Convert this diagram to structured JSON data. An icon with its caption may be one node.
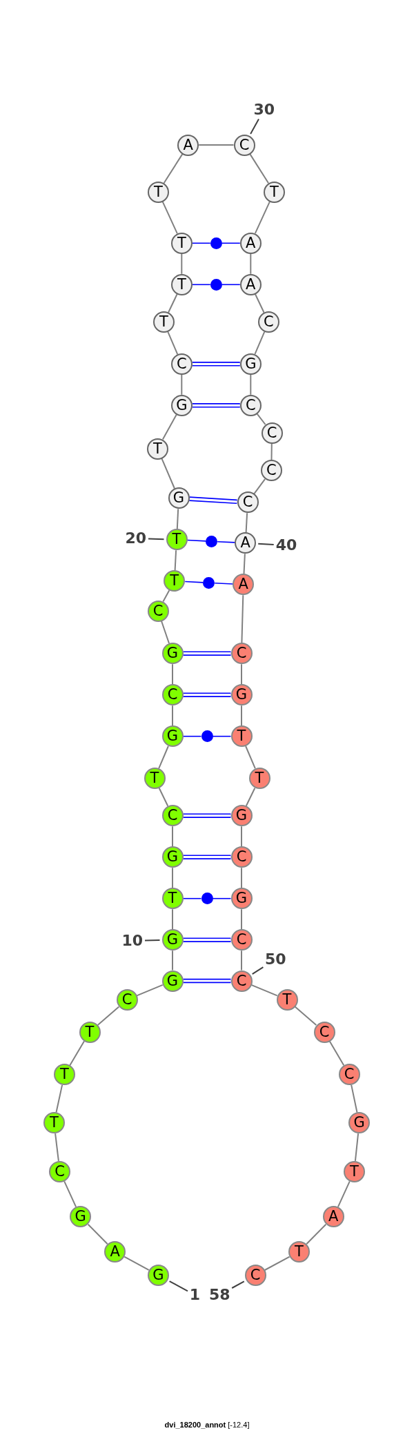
{
  "diagram": {
    "caption": "**dvi_18200_annot** [-12.4]",
    "nodes": [
      {
        "text": [
          "G"
        ]
      },
      {
        "text": [
          "A"
        ]
      },
      {
        "text": [
          "G"
        ]
      },
      {
        "text": [
          "C"
        ]
      },
      {
        "text": [
          "T"
        ]
      },
      {
        "text": [
          "T"
        ]
      },
      {
        "text": [
          "T"
        ]
      },
      {
        "text": [
          "C"
        ]
      },
      {
        "text": [
          "G"
        ]
      },
      {
        "text": [
          "G"
        ]
      },
      {
        "text": [
          "T"
        ]
      },
      {
        "text": [
          "G"
        ]
      },
      {
        "text": [
          "C"
        ]
      },
      {
        "text": [
          "T"
        ]
      },
      {
        "text": [
          "G"
        ]
      },
      {
        "text": [
          "C"
        ]
      },
      {
        "text": [
          "G"
        ]
      },
      {
        "text": [
          "C"
        ]
      },
      {
        "text": [
          "T"
        ]
      },
      {
        "text": [
          "T"
        ]
      },
      {
        "text": [
          "G"
        ]
      },
      {
        "text": [
          "T"
        ]
      },
      {
        "text": [
          "G"
        ]
      },
      {
        "text": [
          "C"
        ]
      },
      {
        "text": [
          "T"
        ]
      },
      {
        "text": [
          "T"
        ]
      },
      {
        "text": [
          "T"
        ]
      },
      {
        "text": [
          "T"
        ]
      },
      {
        "text": [
          "A"
        ]
      },
      {
        "text": [
          "C"
        ]
      },
      {
        "text": [
          "T"
        ]
      },
      {
        "text": [
          "A"
        ]
      },
      {
        "text": [
          "A"
        ]
      },
      {
        "text": [
          "C"
        ]
      },
      {
        "text": [
          "G"
        ]
      },
      {
        "text": [
          "C"
        ]
      },
      {
        "text": [
          "C"
        ]
      },
      {
        "text": [
          "C"
        ]
      },
      {
        "text": [
          "C"
        ]
      },
      {
        "text": [
          "A"
        ]
      },
      {
        "text": [
          "A"
        ]
      },
      {
        "text": [
          "C"
        ]
      },
      {
        "text": [
          "G"
        ]
      },
      {
        "text": [
          "T"
        ]
      },
      {
        "text": [
          "T"
        ]
      },
      {
        "text": [
          "G"
        ]
      },
      {
        "text": [
          "C"
        ]
      },
      {
        "text": [
          "G"
        ]
      },
      {
        "text": [
          "C"
        ]
      },
      {
        "text": [
          "C"
        ]
      },
      {
        "text": [
          "T"
        ]
      },
      {
        "text": [
          "C"
        ]
      },
      {
        "text": [
          "C"
        ]
      },
      {
        "text": [
          "G"
        ]
      },
      {
        "text": [
          "T"
        ]
      },
      {
        "text": [
          "A"
        ]
      },
      {
        "text": [
          "T"
        ]
      },
      {
        "text": [
          "C"
        ]
      },
      {
        "text": [
          "1"
        ]
      },
      {
        "text": [
          "10"
        ]
      },
      {
        "text": [
          "20"
        ]
      },
      {
        "text": [
          "30"
        ]
      },
      {
        "text": [
          "40"
        ]
      },
      {
        "text": [
          "50"
        ]
      },
      {
        "text": [
          "58"
        ]
      },
      {
        "text": [],
        "shape": "circle"
      },
      {
        "text": [],
        "shape": "circle"
      },
      {
        "text": [],
        "shape": "circle"
      },
      {
        "text": [],
        "shape": "circle"
      },
      {
        "text": [],
        "shape": "circle"
      },
      {
        "text": [],
        "shape": "circle"
      }
    ],
    "edges": [
      {
        "from": 0,
        "to": 1,
        "arrow": "none"
      },
      {
        "from": 1,
        "to": 2,
        "arrow": "none"
      },
      {
        "from": 2,
        "to": 3,
        "arrow": "none"
      },
      {
        "from": 3,
        "to": 4,
        "arrow": "none"
      },
      {
        "from": 4,
        "to": 5,
        "arrow": "none"
      },
      {
        "from": 5,
        "to": 6,
        "arrow": "none"
      },
      {
        "from": 6,
        "to": 7,
        "arrow": "none"
      },
      {
        "from": 7,
        "to": 8,
        "arrow": "none"
      },
      {
        "from": 8,
        "to": 9,
        "arrow": "none"
      },
      {
        "from": 9,
        "to": 10,
        "arrow": "none"
      },
      {
        "from": 10,
        "to": 11,
        "arrow": "none"
      },
      {
        "from": 11,
        "to": 12,
        "arrow": "none"
      },
      {
        "from": 12,
        "to": 13,
        "arrow": "none"
      },
      {
        "from": 13,
        "to": 14,
        "arrow": "none"
      },
      {
        "from": 14,
        "to": 15,
        "arrow": "none"
      },
      {
        "from": 15,
        "to": 16,
        "arrow": "none"
      },
      {
        "from": 16,
        "to": 17,
        "arrow": "none"
      },
      {
        "from": 17,
        "to": 18,
        "arrow": "none"
      },
      {
        "from": 18,
        "to": 19,
        "arrow": "none"
      },
      {
        "from": 19,
        "to": 20,
        "arrow": "none"
      },
      {
        "from": 20,
        "to": 21,
        "arrow": "none"
      },
      {
        "from": 21,
        "to": 22,
        "arrow": "none"
      },
      {
        "from": 22,
        "to": 23,
        "arrow": "none"
      },
      {
        "from": 23,
        "to": 24,
        "arrow": "none"
      },
      {
        "from": 24,
        "to": 25,
        "arrow": "none"
      },
      {
        "from": 25,
        "to": 26,
        "arrow": "none"
      },
      {
        "from": 26,
        "to": 27,
        "arrow": "none"
      },
      {
        "from": 27,
        "to": 28,
        "arrow": "none"
      },
      {
        "from": 28,
        "to": 29,
        "arrow": "none"
      },
      {
        "from": 29,
        "to": 30,
        "arrow": "none"
      },
      {
        "from": 30,
        "to": 31,
        "arrow": "none"
      },
      {
        "from": 31,
        "to": 32,
        "arrow": "none"
      },
      {
        "from": 32,
        "to": 33,
        "arrow": "none"
      },
      {
        "from": 33,
        "to": 34,
        "arrow": "none"
      },
      {
        "from": 34,
        "to": 35,
        "arrow": "none"
      },
      {
        "from": 35,
        "to": 36,
        "arrow": "none"
      },
      {
        "from": 36,
        "to": 37,
        "arrow": "none"
      },
      {
        "from": 37,
        "to": 38,
        "arrow": "none"
      },
      {
        "from": 38,
        "to": 39,
        "arrow": "none"
      },
      {
        "from": 39,
        "to": 40,
        "arrow": "none"
      },
      {
        "from": 40,
        "to": 41,
        "arrow": "none"
      },
      {
        "from": 41,
        "to": 42,
        "arrow": "none"
      },
      {
        "from": 42,
        "to": 43,
        "arrow": "none"
      },
      {
        "from": 43,
        "to": 44,
        "arrow": "none"
      },
      {
        "from": 44,
        "to": 45,
        "arrow": "none"
      },
      {
        "from": 45,
        "to": 46,
        "arrow": "none"
      },
      {
        "from": 46,
        "to": 47,
        "arrow": "none"
      },
      {
        "from": 47,
        "to": 48,
        "arrow": "none"
      },
      {
        "from": 48,
        "to": 49,
        "arrow": "none"
      },
      {
        "from": 49,
        "to": 50,
        "arrow": "none"
      },
      {
        "from": 50,
        "to": 51,
        "arrow": "none"
      },
      {
        "from": 51,
        "to": 52,
        "arrow": "none"
      },
      {
        "from": 52,
        "to": 53,
        "arrow": "none"
      },
      {
        "from": 53,
        "to": 54,
        "arrow": "none"
      },
      {
        "from": 54,
        "to": 55,
        "arrow": "none"
      },
      {
        "from": 55,
        "to": 56,
        "arrow": "none"
      },
      {
        "from": 56,
        "to": 57,
        "arrow": "none"
      },
      {
        "from": 8,
        "to": 49,
        "arrow": "none",
        "style": "thick",
        "color": "#0000ff"
      },
      {
        "from": 9,
        "to": 48,
        "arrow": "none",
        "style": "thick",
        "color": "#0000ff"
      },
      {
        "from": 10,
        "to": 70,
        "arrow": "none",
        "color": "#0000ff"
      },
      {
        "from": 70,
        "to": 47,
        "arrow": "none",
        "color": "#0000ff"
      },
      {
        "from": 11,
        "to": 46,
        "arrow": "none",
        "style": "thick",
        "color": "#0000ff"
      },
      {
        "from": 12,
        "to": 45,
        "arrow": "none",
        "style": "thick",
        "color": "#0000ff"
      },
      {
        "from": 14,
        "to": 69,
        "arrow": "none",
        "color": "#0000ff"
      },
      {
        "from": 69,
        "to": 43,
        "arrow": "none",
        "color": "#0000ff"
      },
      {
        "from": 15,
        "to": 42,
        "arrow": "none",
        "style": "thick",
        "color": "#0000ff"
      },
      {
        "from": 16,
        "to": 41,
        "arrow": "none",
        "style": "thick",
        "color": "#0000ff"
      },
      {
        "from": 18,
        "to": 68,
        "arrow": "none",
        "color": "#0000ff"
      },
      {
        "from": 68,
        "to": 40,
        "arrow": "none",
        "color": "#0000ff"
      },
      {
        "from": 19,
        "to": 67,
        "arrow": "none",
        "color": "#0000ff"
      },
      {
        "from": 67,
        "to": 39,
        "arrow": "none",
        "color": "#0000ff"
      },
      {
        "from": 20,
        "to": 38,
        "arrow": "none",
        "style": "thick",
        "color": "#0000ff"
      },
      {
        "from": 22,
        "to": 35,
        "arrow": "none",
        "style": "thick",
        "color": "#0000ff"
      },
      {
        "from": 23,
        "to": 34,
        "arrow": "none",
        "style": "thick",
        "color": "#0000ff"
      },
      {
        "from": 25,
        "to": 66,
        "arrow": "none",
        "color": "#0000ff"
      },
      {
        "from": 66,
        "to": 32,
        "arrow": "none",
        "color": "#0000ff"
      },
      {
        "from": 26,
        "to": 65,
        "arrow": "none",
        "color": "#0000ff"
      },
      {
        "from": 65,
        "to": 31,
        "arrow": "none",
        "color": "#0000ff"
      },
      {
        "from": 58,
        "to": 0,
        "arrow": "none",
        "color": "#404040"
      },
      {
        "from": 59,
        "to": 9,
        "arrow": "none",
        "color": "#404040"
      },
      {
        "from": 60,
        "to": 19,
        "arrow": "none",
        "color": "#404040"
      },
      {
        "from": 61,
        "to": 29,
        "arrow": "none",
        "color": "#404040"
      },
      {
        "from": 62,
        "to": 39,
        "arrow": "none",
        "color": "#404040"
      },
      {
        "from": 63,
        "to": 49,
        "arrow": "none",
        "color": "#404040"
      },
      {
        "from": 64,
        "to": 57,
        "arrow": "none",
        "color": "#404040"
      }
    ]
  }
}
